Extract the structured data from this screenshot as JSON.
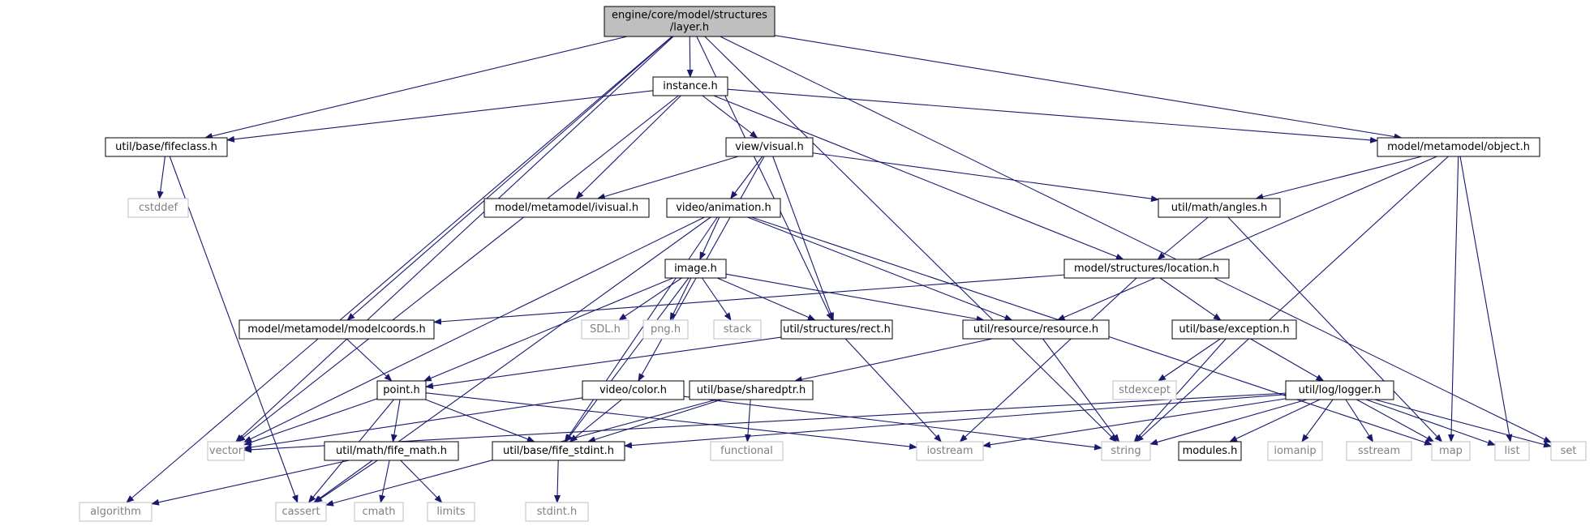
{
  "colors": {
    "edge": "#191970",
    "root_fill": "#bfbfbf",
    "root_stroke": "#000000",
    "local_fill": "#ffffff",
    "local_stroke": "#000000",
    "system_fill": "#ffffff",
    "system_stroke": "#bfbfbf",
    "system_text": "#808080",
    "local_text": "#000000"
  },
  "nodes": [
    {
      "id": "root",
      "label": "engine/core/model/structures\n/layer.h",
      "kind": "root"
    },
    {
      "id": "instance",
      "label": "instance.h",
      "kind": "local"
    },
    {
      "id": "fifeclass",
      "label": "util/base/fifeclass.h",
      "kind": "local"
    },
    {
      "id": "object",
      "label": "model/metamodel/object.h",
      "kind": "local"
    },
    {
      "id": "cstddef",
      "label": "cstddef",
      "kind": "system"
    },
    {
      "id": "visual",
      "label": "view/visual.h",
      "kind": "local"
    },
    {
      "id": "ivisual",
      "label": "model/metamodel/ivisual.h",
      "kind": "local"
    },
    {
      "id": "animation",
      "label": "video/animation.h",
      "kind": "local"
    },
    {
      "id": "angles",
      "label": "util/math/angles.h",
      "kind": "local"
    },
    {
      "id": "image",
      "label": "image.h",
      "kind": "local"
    },
    {
      "id": "location",
      "label": "model/structures/location.h",
      "kind": "local"
    },
    {
      "id": "modelcoords",
      "label": "model/metamodel/modelcoords.h",
      "kind": "local"
    },
    {
      "id": "sdl",
      "label": "SDL.h",
      "kind": "system"
    },
    {
      "id": "png",
      "label": "png.h",
      "kind": "system"
    },
    {
      "id": "stack",
      "label": "stack",
      "kind": "system"
    },
    {
      "id": "rect",
      "label": "util/structures/rect.h",
      "kind": "local"
    },
    {
      "id": "resource",
      "label": "util/resource/resource.h",
      "kind": "local"
    },
    {
      "id": "exception",
      "label": "util/base/exception.h",
      "kind": "local"
    },
    {
      "id": "point",
      "label": "point.h",
      "kind": "local"
    },
    {
      "id": "color",
      "label": "video/color.h",
      "kind": "local"
    },
    {
      "id": "sharedptr",
      "label": "util/base/sharedptr.h",
      "kind": "local"
    },
    {
      "id": "stdexcept",
      "label": "stdexcept",
      "kind": "system"
    },
    {
      "id": "logger",
      "label": "util/log/logger.h",
      "kind": "local"
    },
    {
      "id": "vector",
      "label": "vector",
      "kind": "system"
    },
    {
      "id": "fifemath",
      "label": "util/math/fife_math.h",
      "kind": "local"
    },
    {
      "id": "fifestdint",
      "label": "util/base/fife_stdint.h",
      "kind": "local"
    },
    {
      "id": "functional",
      "label": "functional",
      "kind": "system"
    },
    {
      "id": "iostream",
      "label": "iostream",
      "kind": "system"
    },
    {
      "id": "string",
      "label": "string",
      "kind": "system"
    },
    {
      "id": "modules",
      "label": "modules.h",
      "kind": "local"
    },
    {
      "id": "iomanip",
      "label": "iomanip",
      "kind": "system"
    },
    {
      "id": "sstream",
      "label": "sstream",
      "kind": "system"
    },
    {
      "id": "map",
      "label": "map",
      "kind": "system"
    },
    {
      "id": "list",
      "label": "list",
      "kind": "system"
    },
    {
      "id": "set",
      "label": "set",
      "kind": "system"
    },
    {
      "id": "algorithm",
      "label": "algorithm",
      "kind": "system"
    },
    {
      "id": "cassert",
      "label": "cassert",
      "kind": "system"
    },
    {
      "id": "cmath",
      "label": "cmath",
      "kind": "system"
    },
    {
      "id": "limits",
      "label": "limits",
      "kind": "system"
    },
    {
      "id": "stdinth",
      "label": "stdint.h",
      "kind": "system"
    }
  ],
  "edges": [
    [
      "root",
      "instance"
    ],
    [
      "root",
      "fifeclass"
    ],
    [
      "root",
      "object"
    ],
    [
      "root",
      "modelcoords"
    ],
    [
      "root",
      "rect"
    ],
    [
      "root",
      "vector"
    ],
    [
      "root",
      "algorithm"
    ],
    [
      "root",
      "string"
    ],
    [
      "root",
      "set"
    ],
    [
      "instance",
      "fifeclass"
    ],
    [
      "instance",
      "object"
    ],
    [
      "instance",
      "visual"
    ],
    [
      "instance",
      "ivisual"
    ],
    [
      "instance",
      "location"
    ],
    [
      "instance",
      "vector"
    ],
    [
      "fifeclass",
      "cstddef"
    ],
    [
      "fifeclass",
      "cassert"
    ],
    [
      "object",
      "angles"
    ],
    [
      "object",
      "resource"
    ],
    [
      "object",
      "string"
    ],
    [
      "object",
      "map"
    ],
    [
      "object",
      "list"
    ],
    [
      "visual",
      "ivisual"
    ],
    [
      "visual",
      "animation"
    ],
    [
      "visual",
      "angles"
    ],
    [
      "visual",
      "rect"
    ],
    [
      "visual",
      "color"
    ],
    [
      "animation",
      "image"
    ],
    [
      "animation",
      "resource"
    ],
    [
      "animation",
      "fifestdint"
    ],
    [
      "animation",
      "vector"
    ],
    [
      "animation",
      "map"
    ],
    [
      "animation",
      "cassert"
    ],
    [
      "angles",
      "location"
    ],
    [
      "angles",
      "map"
    ],
    [
      "image",
      "sdl"
    ],
    [
      "image",
      "png"
    ],
    [
      "image",
      "stack"
    ],
    [
      "image",
      "rect"
    ],
    [
      "image",
      "resource"
    ],
    [
      "image",
      "point"
    ],
    [
      "image",
      "fifestdint"
    ],
    [
      "location",
      "modelcoords"
    ],
    [
      "location",
      "exception"
    ],
    [
      "location",
      "iostream"
    ],
    [
      "modelcoords",
      "point"
    ],
    [
      "rect",
      "point"
    ],
    [
      "rect",
      "iostream"
    ],
    [
      "resource",
      "sharedptr"
    ],
    [
      "resource",
      "string"
    ],
    [
      "exception",
      "stdexcept"
    ],
    [
      "exception",
      "string"
    ],
    [
      "exception",
      "logger"
    ],
    [
      "point",
      "vector"
    ],
    [
      "point",
      "fifemath"
    ],
    [
      "point",
      "fifestdint"
    ],
    [
      "point",
      "cassert"
    ],
    [
      "point",
      "iostream"
    ],
    [
      "color",
      "fifestdint"
    ],
    [
      "color",
      "vector"
    ],
    [
      "color",
      "string"
    ],
    [
      "sharedptr",
      "fifestdint"
    ],
    [
      "sharedptr",
      "functional"
    ],
    [
      "sharedptr",
      "cassert"
    ],
    [
      "logger",
      "vector"
    ],
    [
      "logger",
      "fifestdint"
    ],
    [
      "logger",
      "iostream"
    ],
    [
      "logger",
      "string"
    ],
    [
      "logger",
      "modules"
    ],
    [
      "logger",
      "iomanip"
    ],
    [
      "logger",
      "sstream"
    ],
    [
      "logger",
      "map"
    ],
    [
      "logger",
      "list"
    ],
    [
      "logger",
      "set"
    ],
    [
      "fifemath",
      "algorithm"
    ],
    [
      "fifemath",
      "cassert"
    ],
    [
      "fifemath",
      "cmath"
    ],
    [
      "fifemath",
      "limits"
    ],
    [
      "fifestdint",
      "stdinth"
    ]
  ]
}
